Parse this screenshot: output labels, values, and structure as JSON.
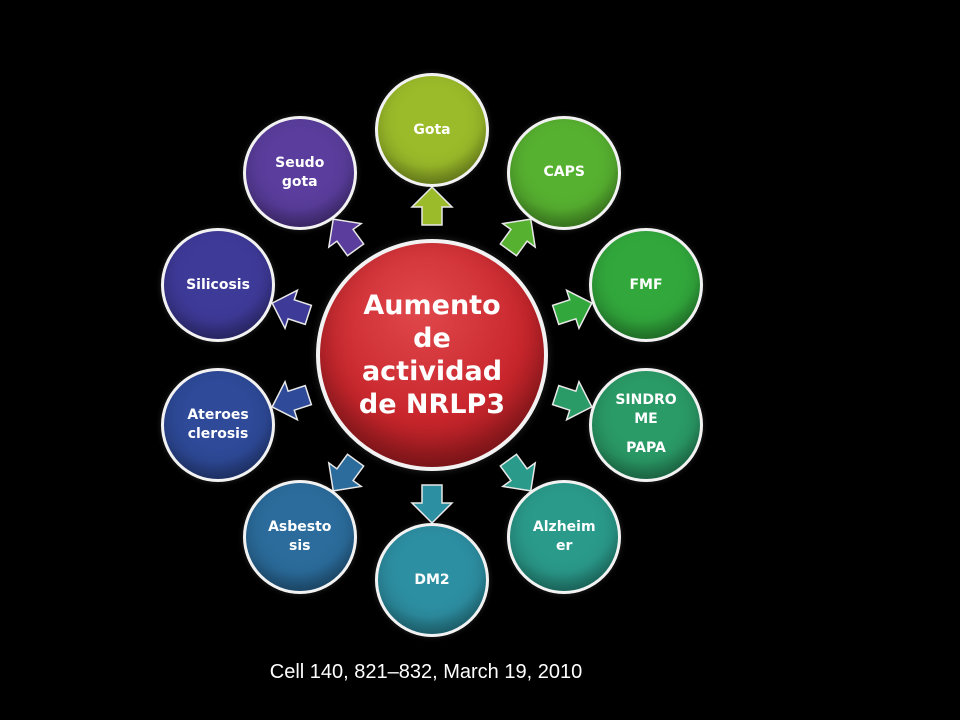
{
  "center": {
    "lines": [
      "Aumento",
      "de",
      "actividad",
      "de NRLP3"
    ],
    "color": "#c8262c"
  },
  "nodes": [
    {
      "id": "gota",
      "lines": [
        "Gota"
      ],
      "color": "#9bbb2a"
    },
    {
      "id": "caps",
      "lines": [
        "CAPS"
      ],
      "color": "#57b130"
    },
    {
      "id": "fmf",
      "lines": [
        "FMF"
      ],
      "color": "#32a83c"
    },
    {
      "id": "sindrome-papa",
      "lines": [
        "SINDRO",
        "ME",
        "PAPA"
      ],
      "color": "#2a9a66"
    },
    {
      "id": "alzheimer",
      "lines": [
        "Alzheim",
        "er"
      ],
      "color": "#2a9a8a"
    },
    {
      "id": "dm2",
      "lines": [
        "DM2"
      ],
      "color": "#2d8fa2"
    },
    {
      "id": "asbestosis",
      "lines": [
        "Asbesto",
        "sis"
      ],
      "color": "#2b6c9c"
    },
    {
      "id": "ateroesclerosis",
      "lines": [
        "Ateroes",
        "clerosis"
      ],
      "color": "#2e4a98"
    },
    {
      "id": "silicosis",
      "lines": [
        "Silicosis"
      ],
      "color": "#3e3a98"
    },
    {
      "id": "seudogota",
      "lines": [
        "Seudo",
        "gota"
      ],
      "color": "#5a3d9c"
    }
  ],
  "citation": "Cell 140, 821–832, March 19, 2010",
  "colors": {
    "background": "#000000",
    "border": "#f2f2f2",
    "text": "#ffffff"
  }
}
